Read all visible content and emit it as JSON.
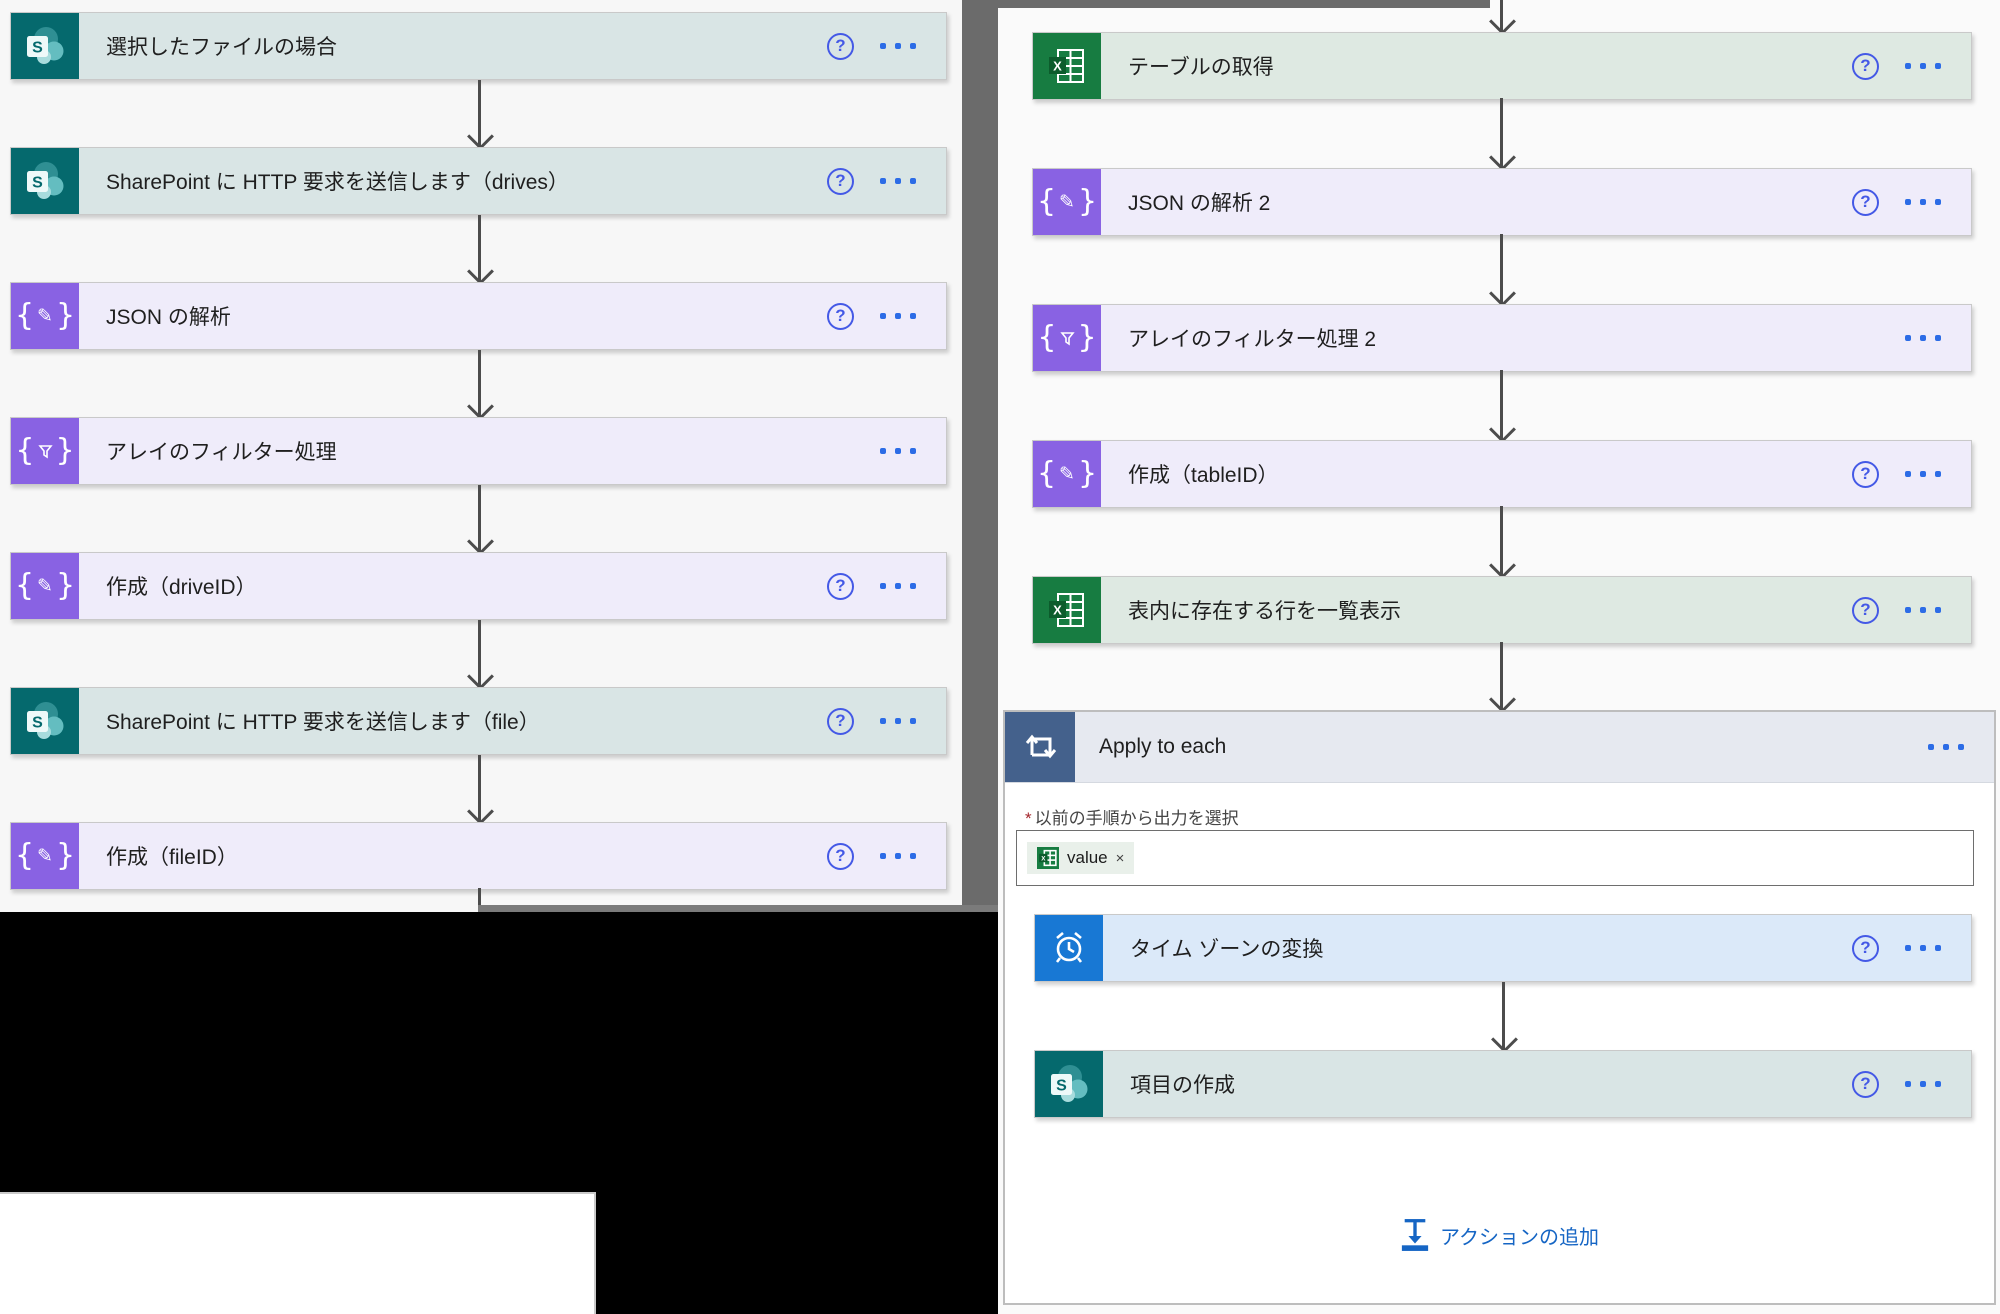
{
  "ui": {
    "help_glyph": "?"
  },
  "colors": {
    "sharepoint_teal": "#05696d",
    "dataoperation_purple": "#8962e3",
    "excel_green": "#177c41",
    "loop_slate": "#44618c",
    "timezone_blue": "#1878d4",
    "help_icon_blue": "#4459e6",
    "menu_dots_blue": "#2c6ce6",
    "link_blue": "#1565c4",
    "required_red": "#a4262c"
  },
  "left_panel": {
    "steps": [
      {
        "title": "選択したファイルの場合",
        "connector": "sharepoint",
        "has_help": true
      },
      {
        "title": "SharePoint に HTTP 要求を送信します（drives）",
        "connector": "sharepoint",
        "has_help": true
      },
      {
        "title": "JSON の解析",
        "connector": "data-operation",
        "has_help": true
      },
      {
        "title": "アレイのフィルター処理",
        "connector": "data-operation-filter",
        "has_help": false
      },
      {
        "title": "作成（driveID）",
        "connector": "data-operation",
        "has_help": true
      },
      {
        "title": "SharePoint に HTTP 要求を送信します（file）",
        "connector": "sharepoint",
        "has_help": true
      },
      {
        "title": "作成（fileID）",
        "connector": "data-operation",
        "has_help": true
      }
    ]
  },
  "right_panel": {
    "steps": [
      {
        "title": "テーブルの取得",
        "connector": "excel",
        "has_help": true
      },
      {
        "title": "JSON の解析 2",
        "connector": "data-operation",
        "has_help": true
      },
      {
        "title": "アレイのフィルター処理 2",
        "connector": "data-operation-filter",
        "has_help": false
      },
      {
        "title": "作成（tableID）",
        "connector": "data-operation",
        "has_help": true
      },
      {
        "title": "表内に存在する行を一覧表示",
        "connector": "excel",
        "has_help": true
      }
    ],
    "apply_to_each": {
      "title": "Apply to each",
      "required_mark": "*",
      "field_label": "以前の手順から出力を選択",
      "token": {
        "label": "value",
        "remove": "×"
      },
      "steps": [
        {
          "title": "タイム ゾーンの変換",
          "connector": "timezone",
          "has_help": true
        },
        {
          "title": "項目の作成",
          "connector": "sharepoint",
          "has_help": true
        }
      ],
      "add_action": {
        "label": "アクションの追加"
      }
    }
  }
}
